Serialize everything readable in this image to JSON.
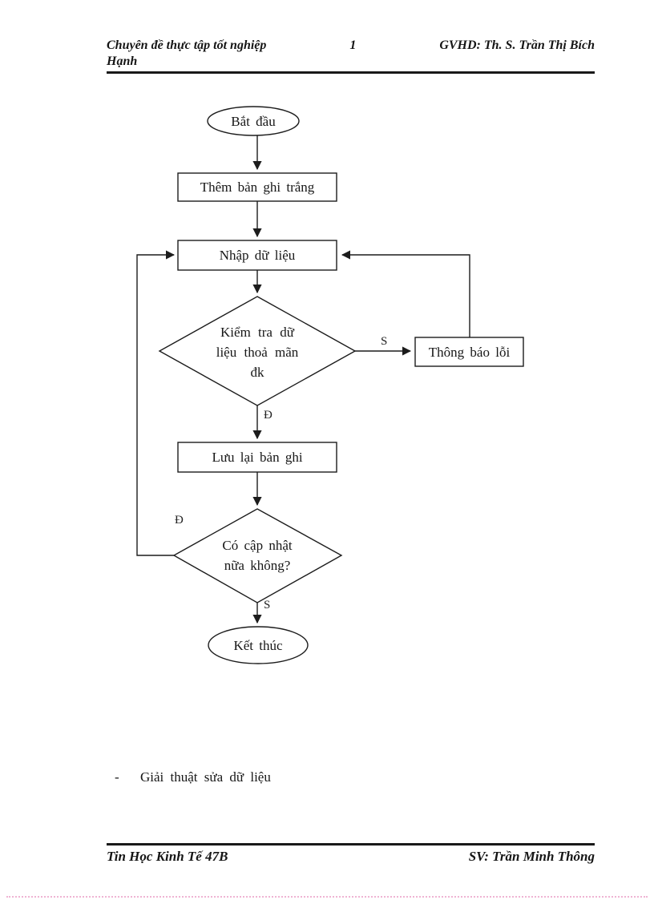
{
  "header": {
    "left_title": "Chuyên đề thực tập tốt nghiệp",
    "page_number": "1",
    "advisor_line": "GVHD: Th. S. Trần Thị Bích",
    "advisor_wrap": "Hạnh"
  },
  "flowchart": {
    "nodes": {
      "start": "Bắt đầu",
      "add_blank_record": "Thêm bản ghi trắng",
      "input_data": "Nhập dữ liệu",
      "check_condition_lines": [
        "Kiểm tra dữ",
        "liệu thoả mãn",
        "đk"
      ],
      "error_notice": "Thông báo lỗi",
      "save_record": "Lưu lại bản ghi",
      "update_more_lines": [
        "Có cập nhật",
        "nữa không?"
      ],
      "end": "Kết thúc"
    },
    "edge_labels": {
      "check_fail": "S",
      "check_pass": "Đ",
      "update_yes": "Đ",
      "update_no": "S"
    }
  },
  "body": {
    "bullet_dash": "-",
    "bullet_text": "Giải thuật sửa dữ liệu"
  },
  "footer": {
    "left": "Tin Học Kinh Tế 47B",
    "right": "SV: Trần Minh Thông"
  },
  "colors": {
    "ink": "#1c1c1c",
    "page_boundary_dots": "#efb4d3"
  }
}
